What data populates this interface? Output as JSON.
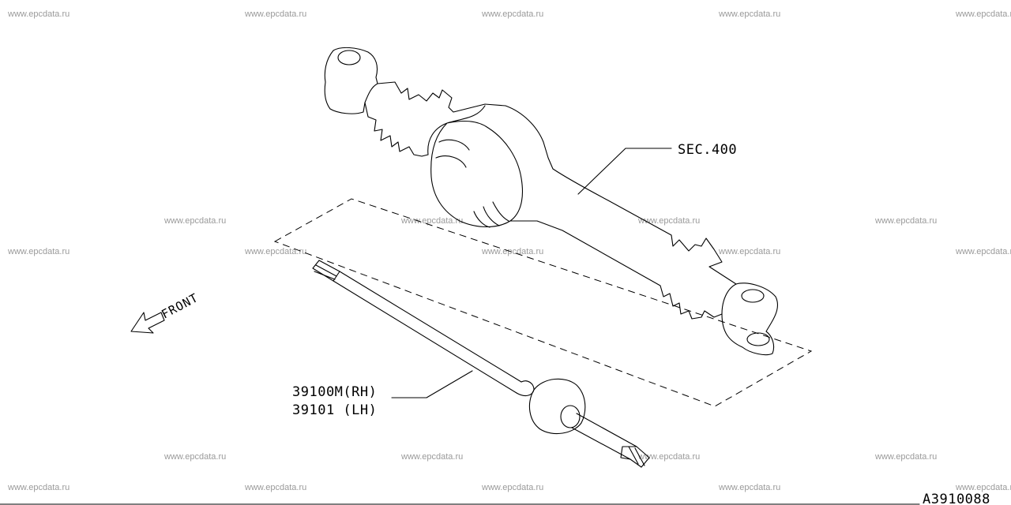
{
  "watermark": "www.epcdata.ru",
  "labels": {
    "housing": "SEC.400",
    "shaft_rh": "39100M(RH)",
    "shaft_lh": "39101 (LH)",
    "front": "FRONT",
    "figure_code": "A3910088"
  }
}
